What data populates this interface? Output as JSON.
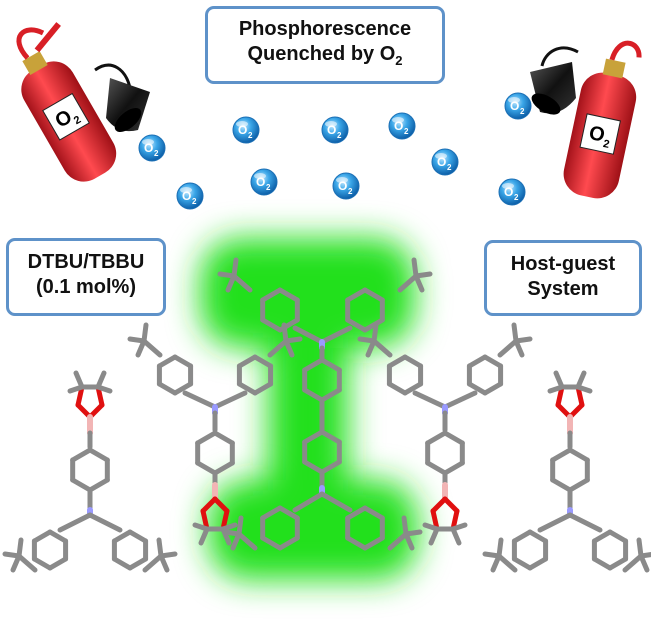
{
  "title": {
    "line1": "Phosphorescence",
    "line2": "Quenched by O",
    "line2_sub": "2"
  },
  "left_label": {
    "line1": "DTBU/TBBU",
    "line2": "(0.1 mol%)"
  },
  "right_label": {
    "line1": "Host-guest",
    "line2": "System"
  },
  "extinguisher_label": {
    "main": "O",
    "sub": "2"
  },
  "o2_bubble_label": {
    "main": "O",
    "sub": "2"
  },
  "colors": {
    "box_border": "#5e92c9",
    "extinguisher_red": "#d81f26",
    "nozzle_black": "#1e1e1e",
    "bubble_blue": "#2f9be0",
    "glow_green": "#22e01a",
    "bond_gray": "#8a8a8a",
    "boron_pink": "#f2b5b5",
    "oxygen_red": "#e01010",
    "nitrogen_blue": "#9a9aff"
  },
  "icons": [
    "fire-extinguisher-icon",
    "oxygen-molecule-icon",
    "molecule-structure-icon",
    "phosphorescence-glow-icon"
  ]
}
